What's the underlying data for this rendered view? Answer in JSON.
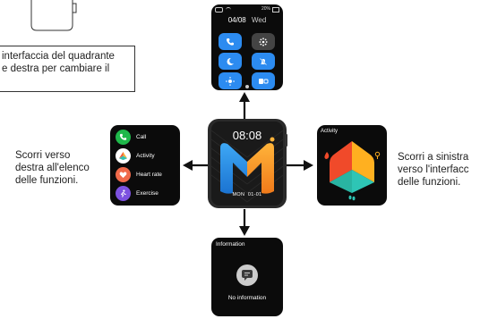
{
  "top_left_note": {
    "line1": "interfaccia del quadrante",
    "line2": "e destra per cambiare il"
  },
  "left_caption": {
    "line1": "Scorri verso",
    "line2": "destra all'elenco",
    "line3": "delle funzioni."
  },
  "right_caption": {
    "line1": "Scorri a sinistra",
    "line2": "verso l'interfacc",
    "line3": "delle funzioni."
  },
  "top_screen": {
    "battery": "20%",
    "date": "04/08",
    "weekday": "Wed",
    "tiles": [
      "phone-icon",
      "brightness-dots-icon",
      "moon-icon",
      "bell-off-icon",
      "sun-icon",
      "watch-face-icon"
    ]
  },
  "center_screen": {
    "time": "08:08",
    "day_date": "MON  01-01"
  },
  "left_screen": {
    "items": [
      {
        "label": "Call",
        "color": "#1fb84a"
      },
      {
        "label": "Activity",
        "color": "#ffffff"
      },
      {
        "label": "Heart rate",
        "color": "#f06a4a"
      },
      {
        "label": "Exercise",
        "color": "#7d52e0"
      }
    ]
  },
  "right_screen": {
    "title": "Activity"
  },
  "bottom_screen": {
    "title": "Information",
    "message": "No information"
  }
}
